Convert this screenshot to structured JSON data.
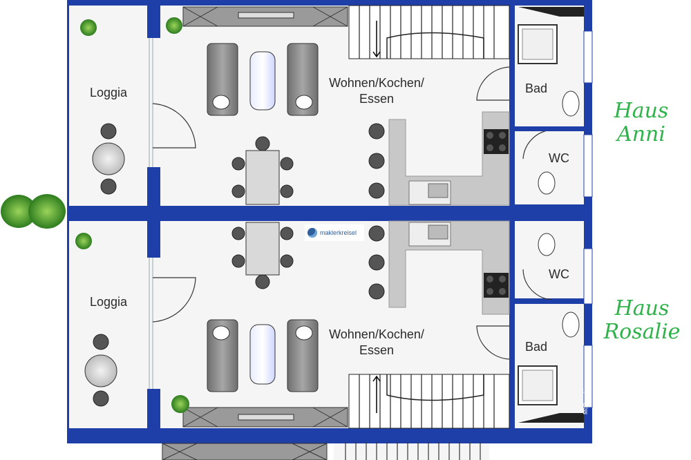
{
  "rooms": {
    "top_loggia": "Loggia",
    "top_living_line1": "Wohnen/Kochen/",
    "top_living_line2": "Essen",
    "top_bath": "Bad",
    "top_wc": "WC",
    "bottom_loggia": "Loggia",
    "bottom_living_line1": "Wohnen/Kochen/",
    "bottom_living_line2": "Essen",
    "bottom_bath": "Bad",
    "bottom_wc": "WC"
  },
  "houses": {
    "top_line1": "Haus",
    "top_line2": "Anni",
    "bottom_line1": "Haus",
    "bottom_line2": "Rosalie"
  },
  "logo_text": "maklerkreisel",
  "credit": "McGrundriss",
  "colors": {
    "wall": "#1f3fa8",
    "floor": "#f5f5f5",
    "furniture": "#8c8c8c",
    "table": "#d9d9d9",
    "house_name": "#2fb24a"
  }
}
